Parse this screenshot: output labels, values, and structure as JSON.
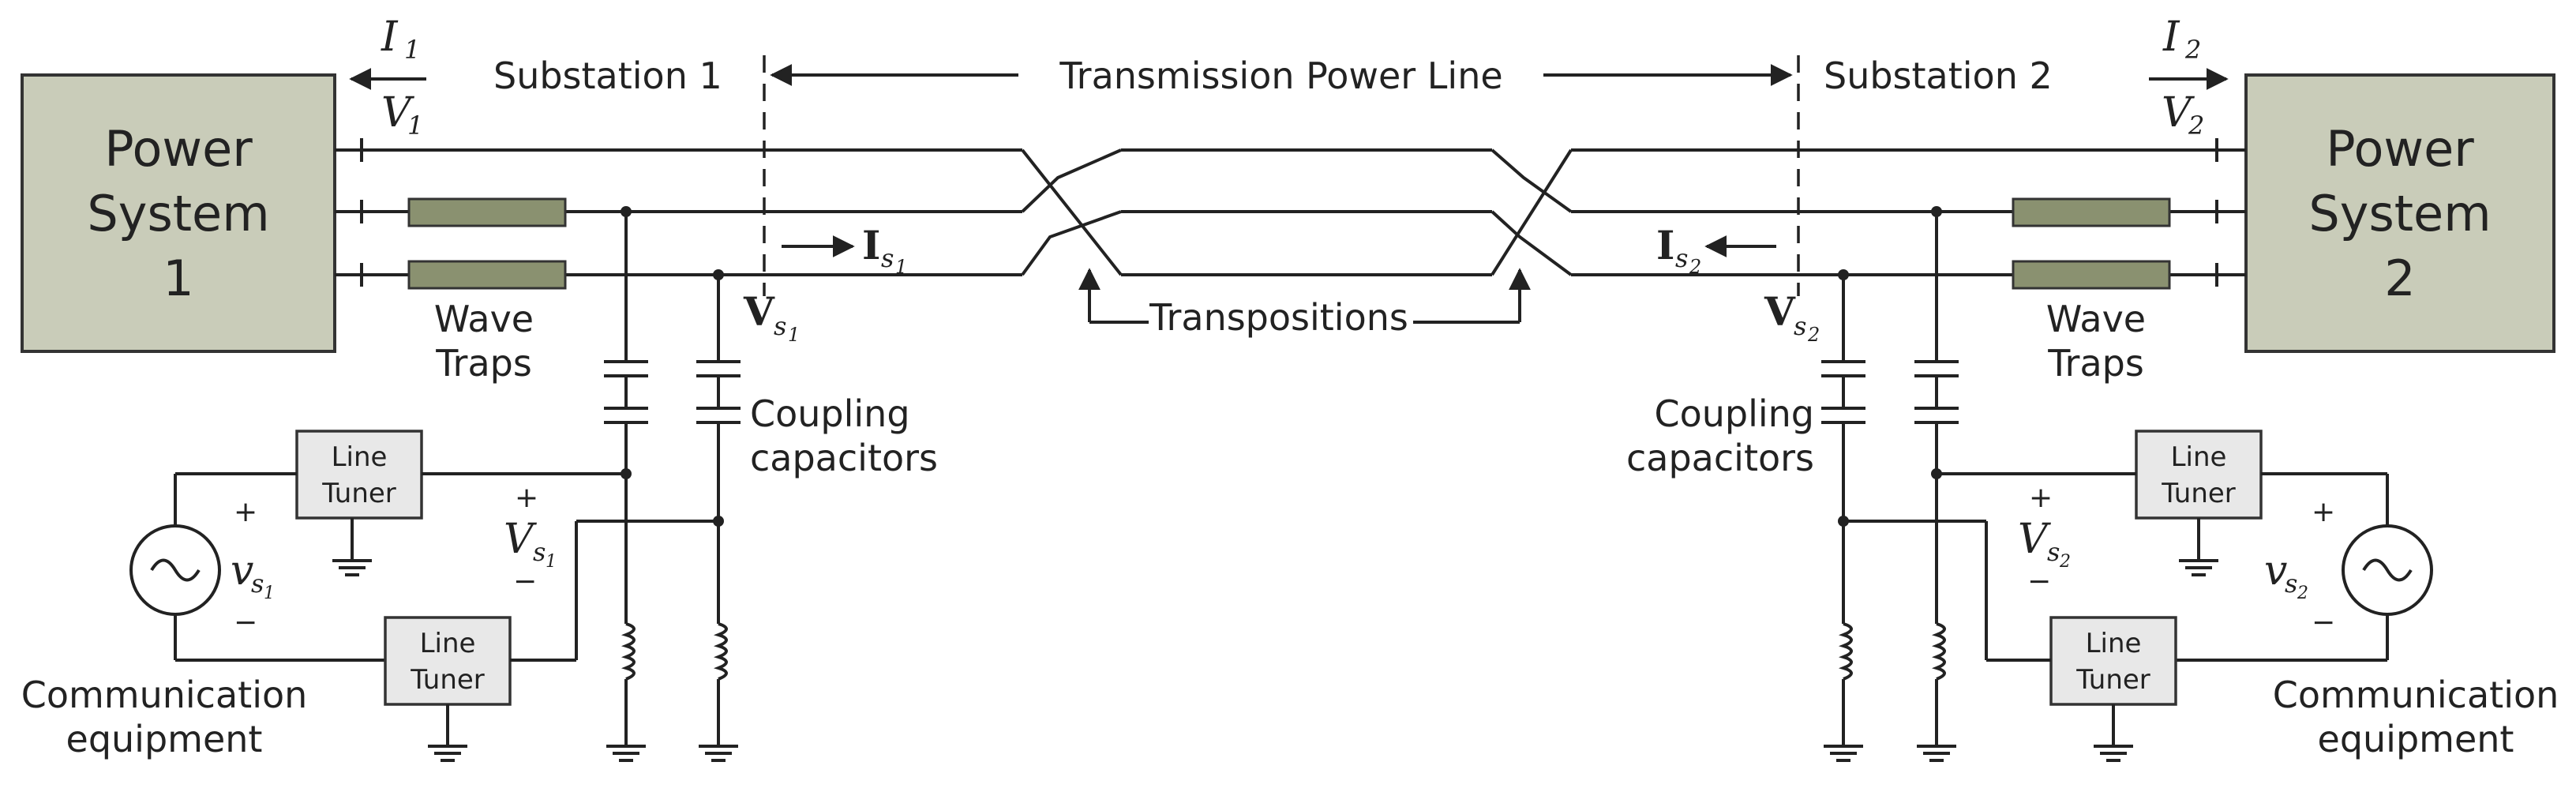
{
  "power_system_1": {
    "line1": "Power",
    "line2": "System",
    "line3": "1"
  },
  "power_system_2": {
    "line1": "Power",
    "line2": "System",
    "line3": "2"
  },
  "substation_1": "Substation 1",
  "substation_2": "Substation 2",
  "transmission_line": "Transmission Power Line",
  "transpositions": "Transpositions",
  "wave_traps_1": {
    "line1": "Wave",
    "line2": "Traps"
  },
  "wave_traps_2": {
    "line1": "Wave",
    "line2": "Traps"
  },
  "coupling_1": {
    "line1": "Coupling",
    "line2": "capacitors"
  },
  "coupling_2": {
    "line1": "Coupling",
    "line2": "capacitors"
  },
  "line_tuner": {
    "line1": "Line",
    "line2": "Tuner"
  },
  "comm_1": {
    "line1": "Communication",
    "line2": "equipment"
  },
  "comm_2": {
    "line1": "Communication",
    "line2": "equipment"
  },
  "symbols": {
    "I": "I",
    "V": "V",
    "v": "v",
    "one": "1",
    "two": "2",
    "s1": "s",
    "s1_sub": "1",
    "s2": "s",
    "s2_sub": "2",
    "plus": "+",
    "minus": "−"
  }
}
